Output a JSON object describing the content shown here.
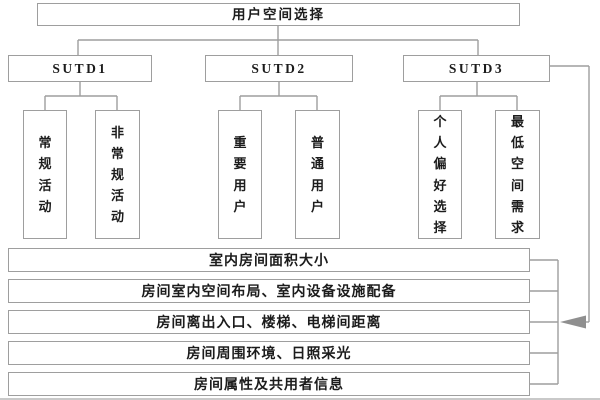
{
  "diagram": {
    "root_label": "用户空间选择",
    "groups": [
      {
        "label": "SUTD1",
        "children": [
          "常规活动",
          "非常规活动"
        ]
      },
      {
        "label": "SUTD2",
        "children": [
          "重要用户",
          "普通用户"
        ]
      },
      {
        "label": "SUTD3",
        "children": [
          "个人偏好选择",
          "最低空间需求"
        ]
      }
    ],
    "criteria": [
      "室内房间面积大小",
      "房间室内空间布局、室内设备设施配备",
      "房间离出入口、楼梯、电梯间距离",
      "房间周围环境、日照采光",
      "房间属性及共用者信息"
    ],
    "colors": {
      "line": "#9e9e9e",
      "arrowhead": "#8f8f8f",
      "border": "#9e9e9e",
      "text": "#1c1c1c",
      "background": "#ffffff"
    }
  }
}
